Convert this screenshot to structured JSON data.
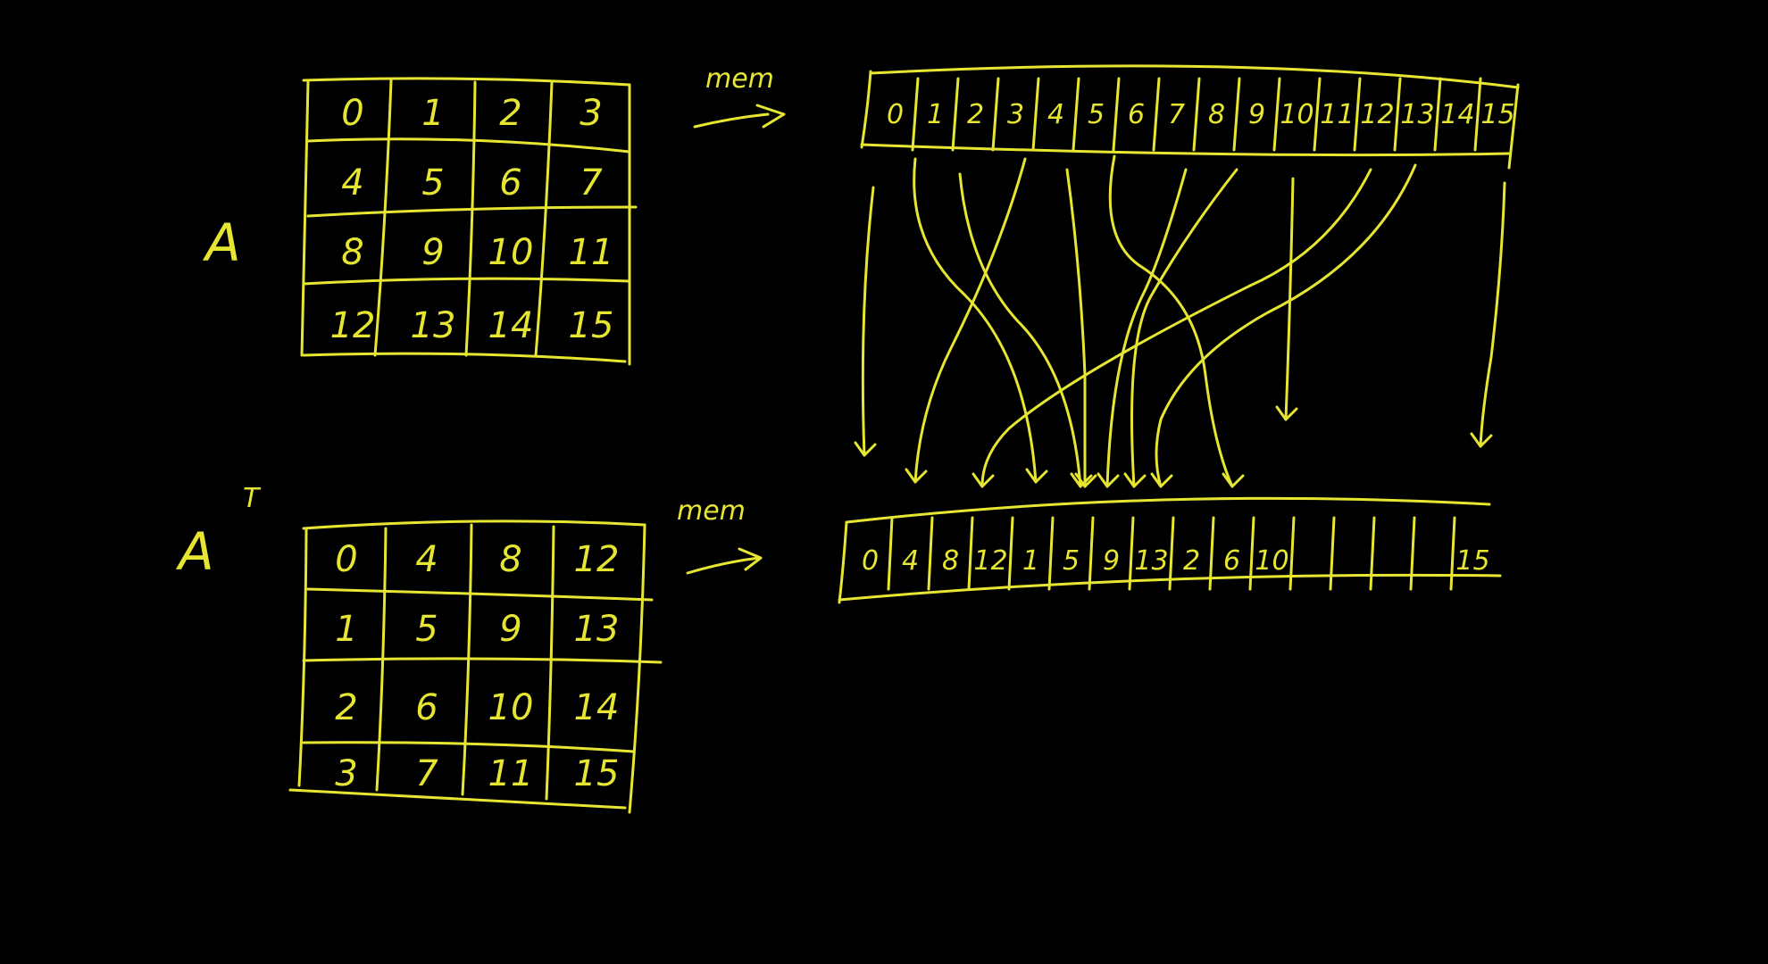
{
  "matrix_a": {
    "label": "A",
    "cells": [
      [
        "0",
        "1",
        "2",
        "3"
      ],
      [
        "4",
        "5",
        "6",
        "7"
      ],
      [
        "8",
        "9",
        "10",
        "11"
      ],
      [
        "12",
        "13",
        "14",
        "15"
      ]
    ]
  },
  "matrix_at": {
    "label": "A",
    "label_sup": "T",
    "cells": [
      [
        "0",
        "4",
        "8",
        "12"
      ],
      [
        "1",
        "5",
        "9",
        "13"
      ],
      [
        "2",
        "6",
        "10",
        "14"
      ],
      [
        "3",
        "7",
        "11",
        "15"
      ]
    ]
  },
  "arrow_top_label": "mem",
  "arrow_bottom_label": "mem",
  "memory_top": [
    "0",
    "1",
    "2",
    "3",
    "4",
    "5",
    "6",
    "7",
    "8",
    "9",
    "10",
    "11",
    "12",
    "13",
    "14",
    "15"
  ],
  "memory_bottom": [
    "0",
    "4",
    "8",
    "12",
    "1",
    "5",
    "9",
    "13",
    "2",
    "6",
    "10",
    "",
    "",
    "",
    "",
    "15"
  ],
  "ink_color": "#e6e632"
}
